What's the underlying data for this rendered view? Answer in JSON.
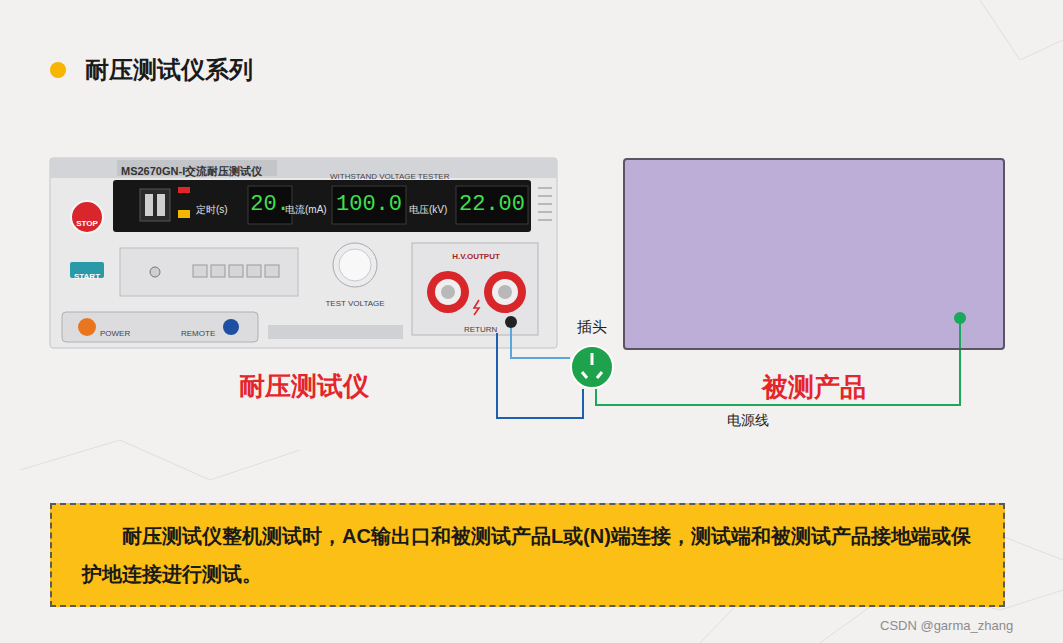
{
  "diagram": {
    "title": "耐压测试仪系列",
    "nodes": [
      {
        "text": [
          "耐压测试仪"
        ]
      },
      {
        "text": [
          "插头"
        ]
      },
      {
        "text": [
          "被测产品"
        ]
      },
      {
        "text": [
          "耐压测试仪整机测试时，AC输出口和被测试产品L或(N)端连接，测试端和被测试产品接地端或保护地连接进行测试。"
        ]
      }
    ],
    "edges": [
      {
        "from": 0,
        "to": 1,
        "arrow": "none"
      },
      {
        "from": 0,
        "to": 1,
        "arrow": "none"
      },
      {
        "from": 1,
        "to": 2,
        "label": "电源线",
        "arrow": "none"
      }
    ],
    "labels": [
      "MS2670GN-I交流耐压测试仪",
      "WITHSTAND VOLTAGE TESTER",
      "STOP",
      "START",
      "定时(s)",
      "20.",
      "电流(mA)",
      "100.0",
      "电压(kV)",
      "22.00",
      "TEST VOLTAGE",
      "H.V.OUTPUT",
      "RETURN",
      "POWER",
      "REMOTE",
      "CSDN @garma_zhang"
    ]
  }
}
